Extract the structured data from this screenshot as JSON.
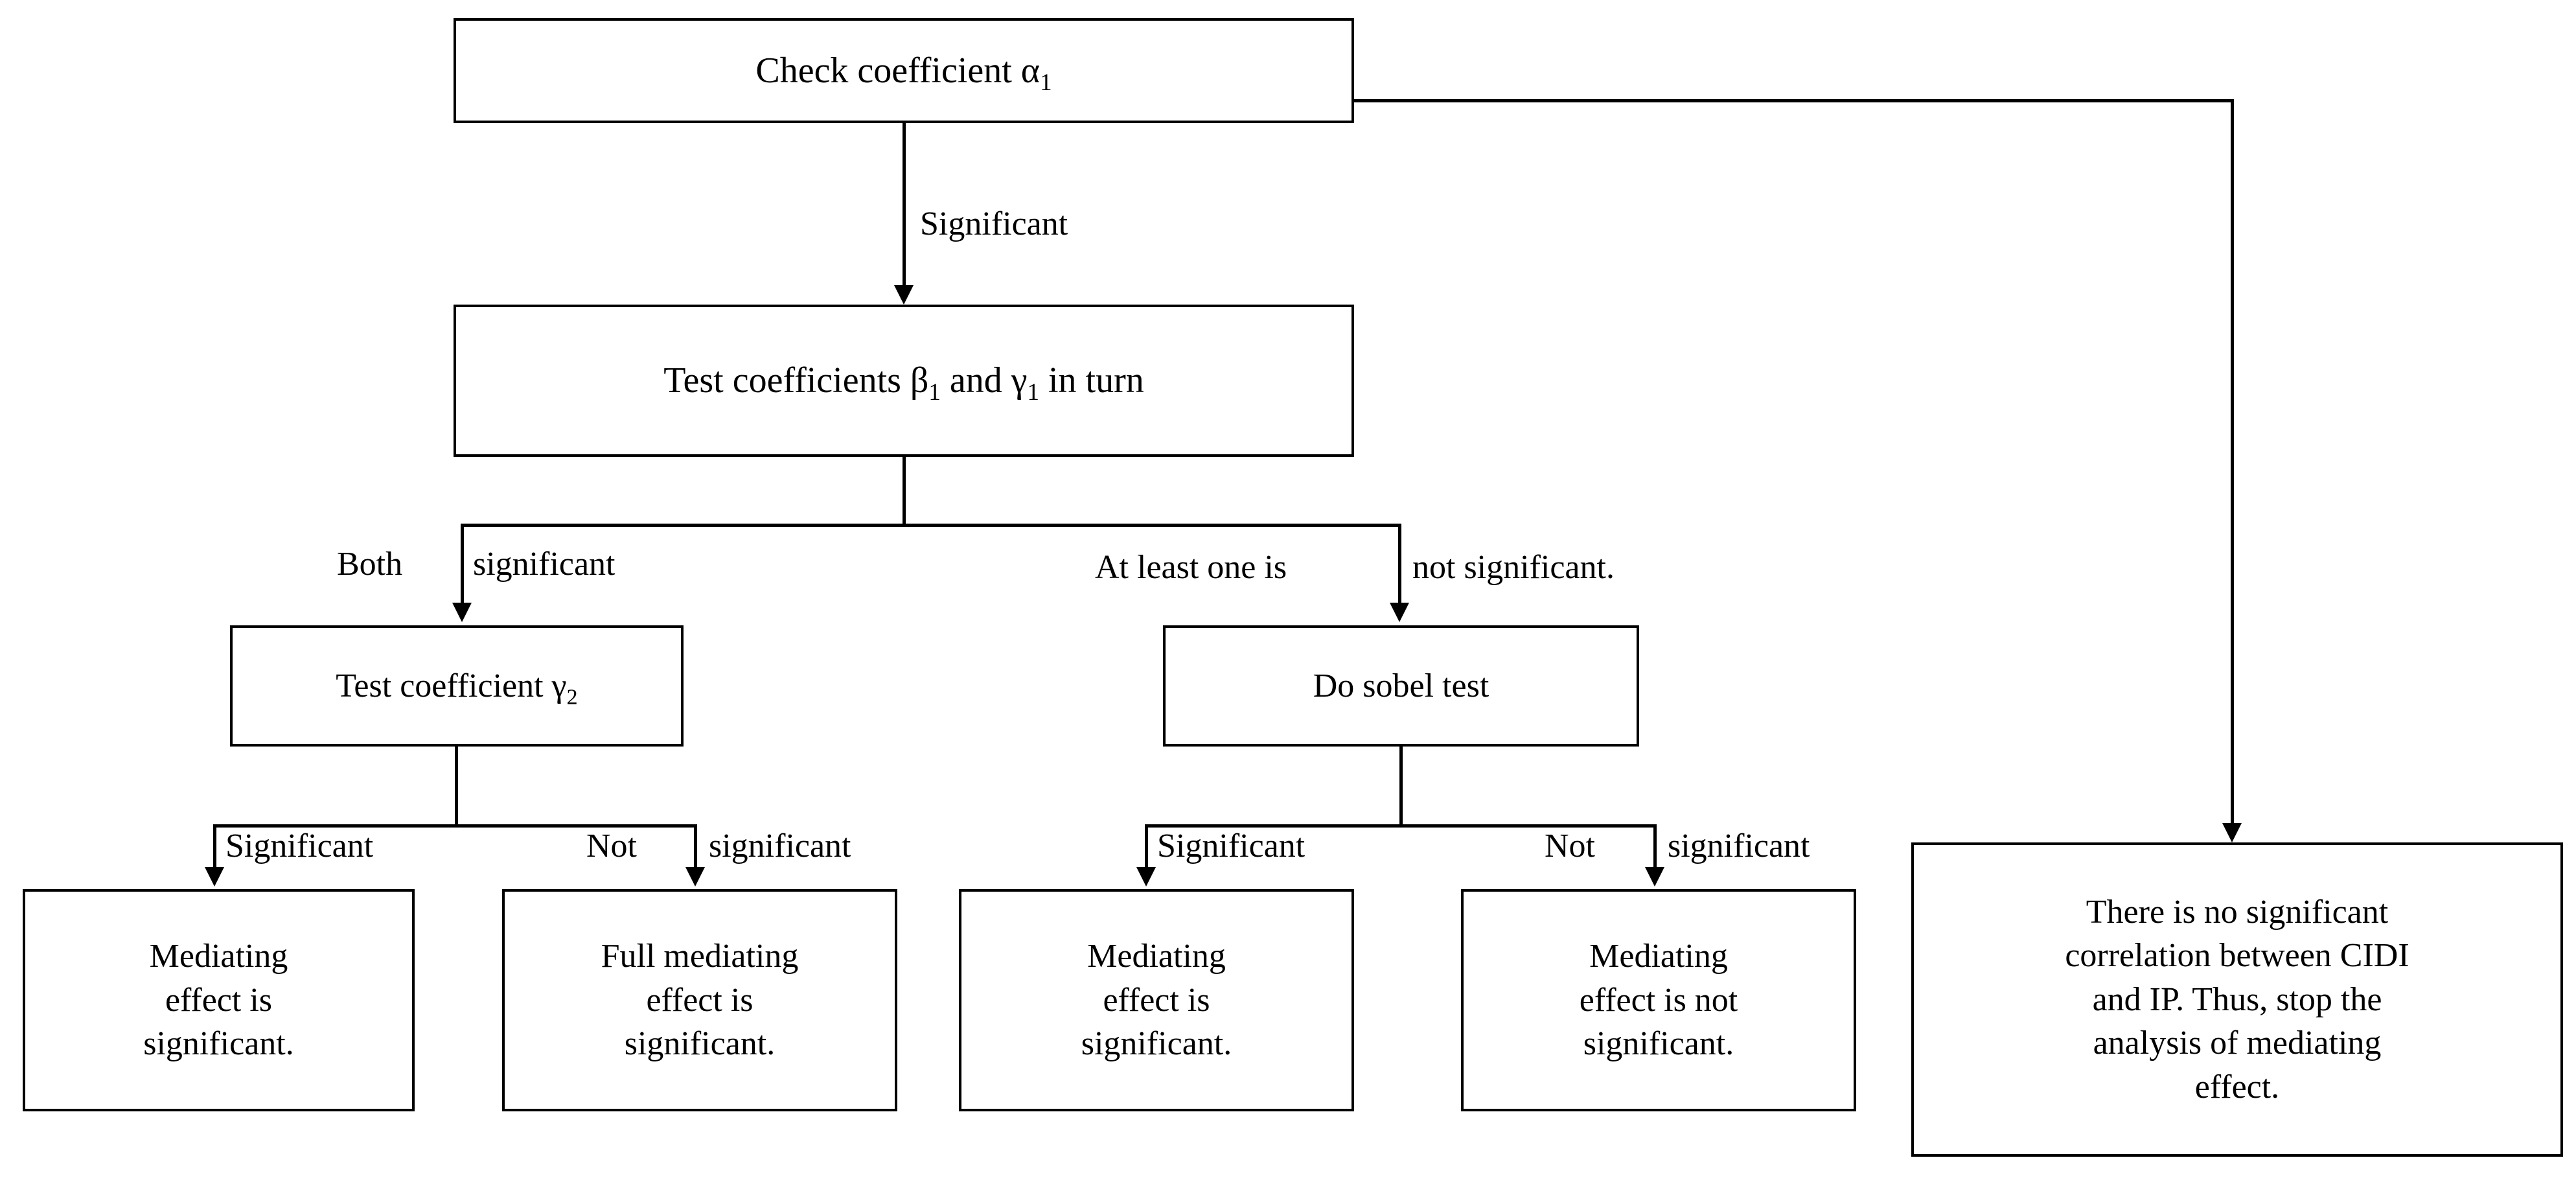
{
  "diagram": {
    "title": "Mediating effect testing procedure flowchart",
    "line_color": "#000000",
    "background_color": "#ffffff",
    "text_color": "#000000"
  },
  "nodes": {
    "check_alpha": {
      "text_main": "Check coefficient α",
      "text_sub": "1"
    },
    "test_beta_gamma": {
      "text_pre": "Test coefficients β",
      "text_sub1": "1",
      "text_mid": " and γ",
      "text_sub2": "1",
      "text_post": " in turn"
    },
    "test_gamma2": {
      "text_main": "Test coefficient γ",
      "text_sub": "2"
    },
    "sobel_test": {
      "text": "Do sobel test"
    },
    "result_mediating_significant_left": {
      "text": "Mediating\neffect is\nsignificant."
    },
    "result_full_mediating": {
      "text": "Full mediating\neffect is\nsignificant."
    },
    "result_mediating_significant_right": {
      "text": "Mediating\neffect is\nsignificant."
    },
    "result_mediating_not_significant": {
      "text": "Mediating\neffect is not\nsignificant."
    },
    "result_no_correlation": {
      "text": "There is no significant\ncorrelation between CIDI\nand IP. Thus, stop the\nanalysis of mediating\neffect."
    }
  },
  "edge_labels": {
    "alpha_to_beta": "Significant",
    "beta_left": "Both",
    "beta_left_2": "significant",
    "beta_right": "At least one is",
    "beta_right_2": "not significant.",
    "gamma2_left": "Significant",
    "gamma2_right": "Not",
    "gamma2_right_2": "significant",
    "sobel_left": "Significant",
    "sobel_right": "Not",
    "sobel_right_2": "significant"
  }
}
